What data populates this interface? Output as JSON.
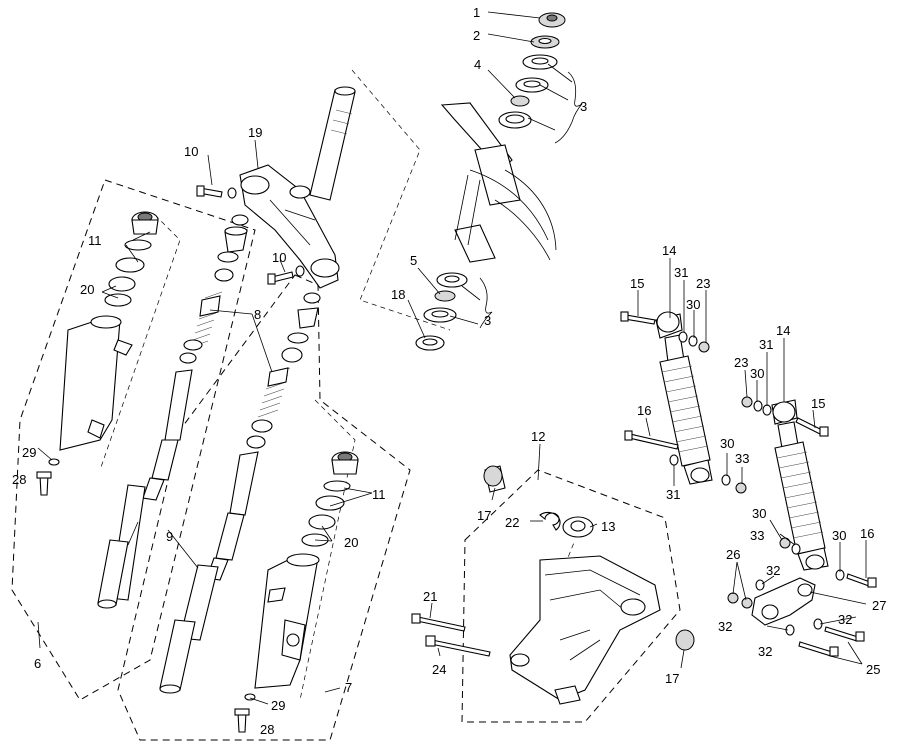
{
  "diagram": {
    "callouts": [
      {
        "id": "c1",
        "text": "1"
      },
      {
        "id": "c2",
        "text": "2"
      },
      {
        "id": "c3a",
        "text": "3"
      },
      {
        "id": "c3b",
        "text": "3"
      },
      {
        "id": "c4",
        "text": "4"
      },
      {
        "id": "c5",
        "text": "5"
      },
      {
        "id": "c6",
        "text": "6"
      },
      {
        "id": "c7",
        "text": "7"
      },
      {
        "id": "c8",
        "text": "8"
      },
      {
        "id": "c9",
        "text": "9"
      },
      {
        "id": "c10a",
        "text": "10"
      },
      {
        "id": "c10b",
        "text": "10"
      },
      {
        "id": "c11a",
        "text": "11"
      },
      {
        "id": "c11b",
        "text": "11"
      },
      {
        "id": "c12",
        "text": "12"
      },
      {
        "id": "c13",
        "text": "13"
      },
      {
        "id": "c14a",
        "text": "14"
      },
      {
        "id": "c14b",
        "text": "14"
      },
      {
        "id": "c15a",
        "text": "15"
      },
      {
        "id": "c15b",
        "text": "15"
      },
      {
        "id": "c16a",
        "text": "16"
      },
      {
        "id": "c16b",
        "text": "16"
      },
      {
        "id": "c17a",
        "text": "17"
      },
      {
        "id": "c17b",
        "text": "17"
      },
      {
        "id": "c18",
        "text": "18"
      },
      {
        "id": "c19",
        "text": "19"
      },
      {
        "id": "c20a",
        "text": "20"
      },
      {
        "id": "c20b",
        "text": "20"
      },
      {
        "id": "c21",
        "text": "21"
      },
      {
        "id": "c22",
        "text": "22"
      },
      {
        "id": "c23a",
        "text": "23"
      },
      {
        "id": "c23b",
        "text": "23"
      },
      {
        "id": "c24",
        "text": "24"
      },
      {
        "id": "c25",
        "text": "25"
      },
      {
        "id": "c26",
        "text": "26"
      },
      {
        "id": "c27",
        "text": "27"
      },
      {
        "id": "c28a",
        "text": "28"
      },
      {
        "id": "c28b",
        "text": "28"
      },
      {
        "id": "c29a",
        "text": "29"
      },
      {
        "id": "c29b",
        "text": "29"
      },
      {
        "id": "c30a",
        "text": "30"
      },
      {
        "id": "c30b",
        "text": "30"
      },
      {
        "id": "c30c",
        "text": "30"
      },
      {
        "id": "c30d",
        "text": "30"
      },
      {
        "id": "c30e",
        "text": "30"
      },
      {
        "id": "c31a",
        "text": "31"
      },
      {
        "id": "c31b",
        "text": "31"
      },
      {
        "id": "c31c",
        "text": "31"
      },
      {
        "id": "c32a",
        "text": "32"
      },
      {
        "id": "c32b",
        "text": "32"
      },
      {
        "id": "c32c",
        "text": "32"
      },
      {
        "id": "c32d",
        "text": "32"
      },
      {
        "id": "c33a",
        "text": "33"
      },
      {
        "id": "c33b",
        "text": "33"
      }
    ]
  }
}
